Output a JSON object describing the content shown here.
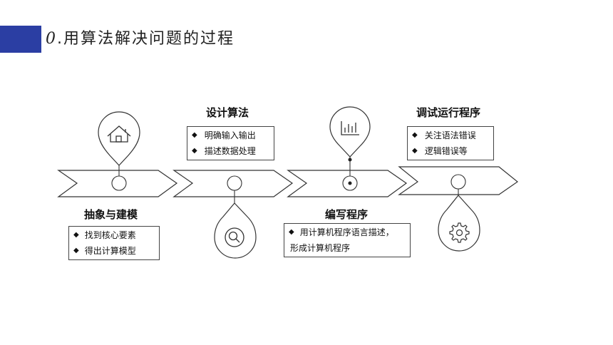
{
  "header": {
    "number": "0",
    "title": ".用算法解决问题的过程"
  },
  "steps": [
    {
      "title": "抽象与建模",
      "items": [
        "找到核心要素",
        "得出计算模型"
      ],
      "icon": "home-icon"
    },
    {
      "title": "设计算法",
      "items": [
        "明确输入输出",
        "描述数据处理"
      ],
      "icon": "search-icon"
    },
    {
      "title": "编写程序",
      "items": [
        "用计算机程序语言描述，",
        "形成计算机程序"
      ],
      "icon": "bar-chart-icon"
    },
    {
      "title": "调试运行程序",
      "items": [
        "关注语法错误",
        "逻辑错误等"
      ],
      "icon": "gear-icon"
    }
  ],
  "bullet": "◆",
  "colors": {
    "accent": "#2b3ea3",
    "line": "#333333"
  }
}
